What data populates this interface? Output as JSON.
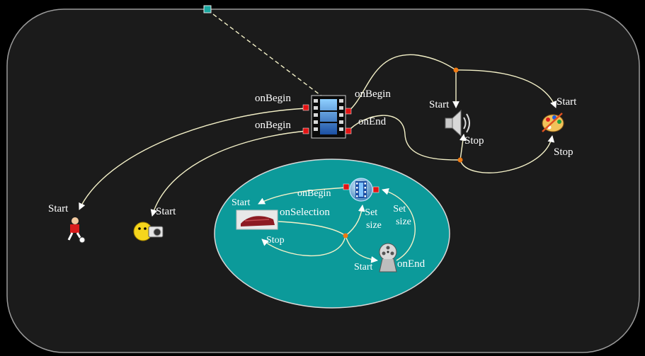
{
  "diagram": {
    "colors": {
      "background": "#000000",
      "panel": "#1b1b1b",
      "panel_border": "#9a9a9a",
      "ellipse": "#0c9a9a",
      "connector": "#f4f1c8",
      "port": "#e31414",
      "junction": "#f07a12",
      "anchor": "#1aa7a0"
    },
    "main_video": {
      "icon": "film-strip-icon",
      "port_labels": {
        "begin_top": "onBegin",
        "begin_bottom": "onBegin",
        "begin_right": "onBegin",
        "end_right": "onEnd"
      }
    },
    "audio": {
      "icon": "speaker-icon",
      "start_label": "Start",
      "stop_label": "Stop"
    },
    "paint": {
      "icon": "paint-palette-icon",
      "start_label": "Start",
      "stop_label": "Stop"
    },
    "soccer": {
      "icon": "soccer-player-icon",
      "start_label": "Start"
    },
    "camera": {
      "icon": "smiley-camera-icon",
      "start_label": "Start"
    },
    "inner": {
      "video": {
        "icon": "film-strip-icon",
        "begin_label": "onBegin"
      },
      "shoe": {
        "icon": "shoe-thumbnail-icon",
        "start_label": "Start",
        "selection_label": "onSelection",
        "stop_label": "Stop"
      },
      "set_size_1": [
        "Set",
        "size"
      ],
      "set_size_2": [
        "Set",
        "size"
      ],
      "reel": {
        "icon": "film-reel-icon",
        "start_label": "Start",
        "end_label": "onEnd"
      }
    }
  }
}
